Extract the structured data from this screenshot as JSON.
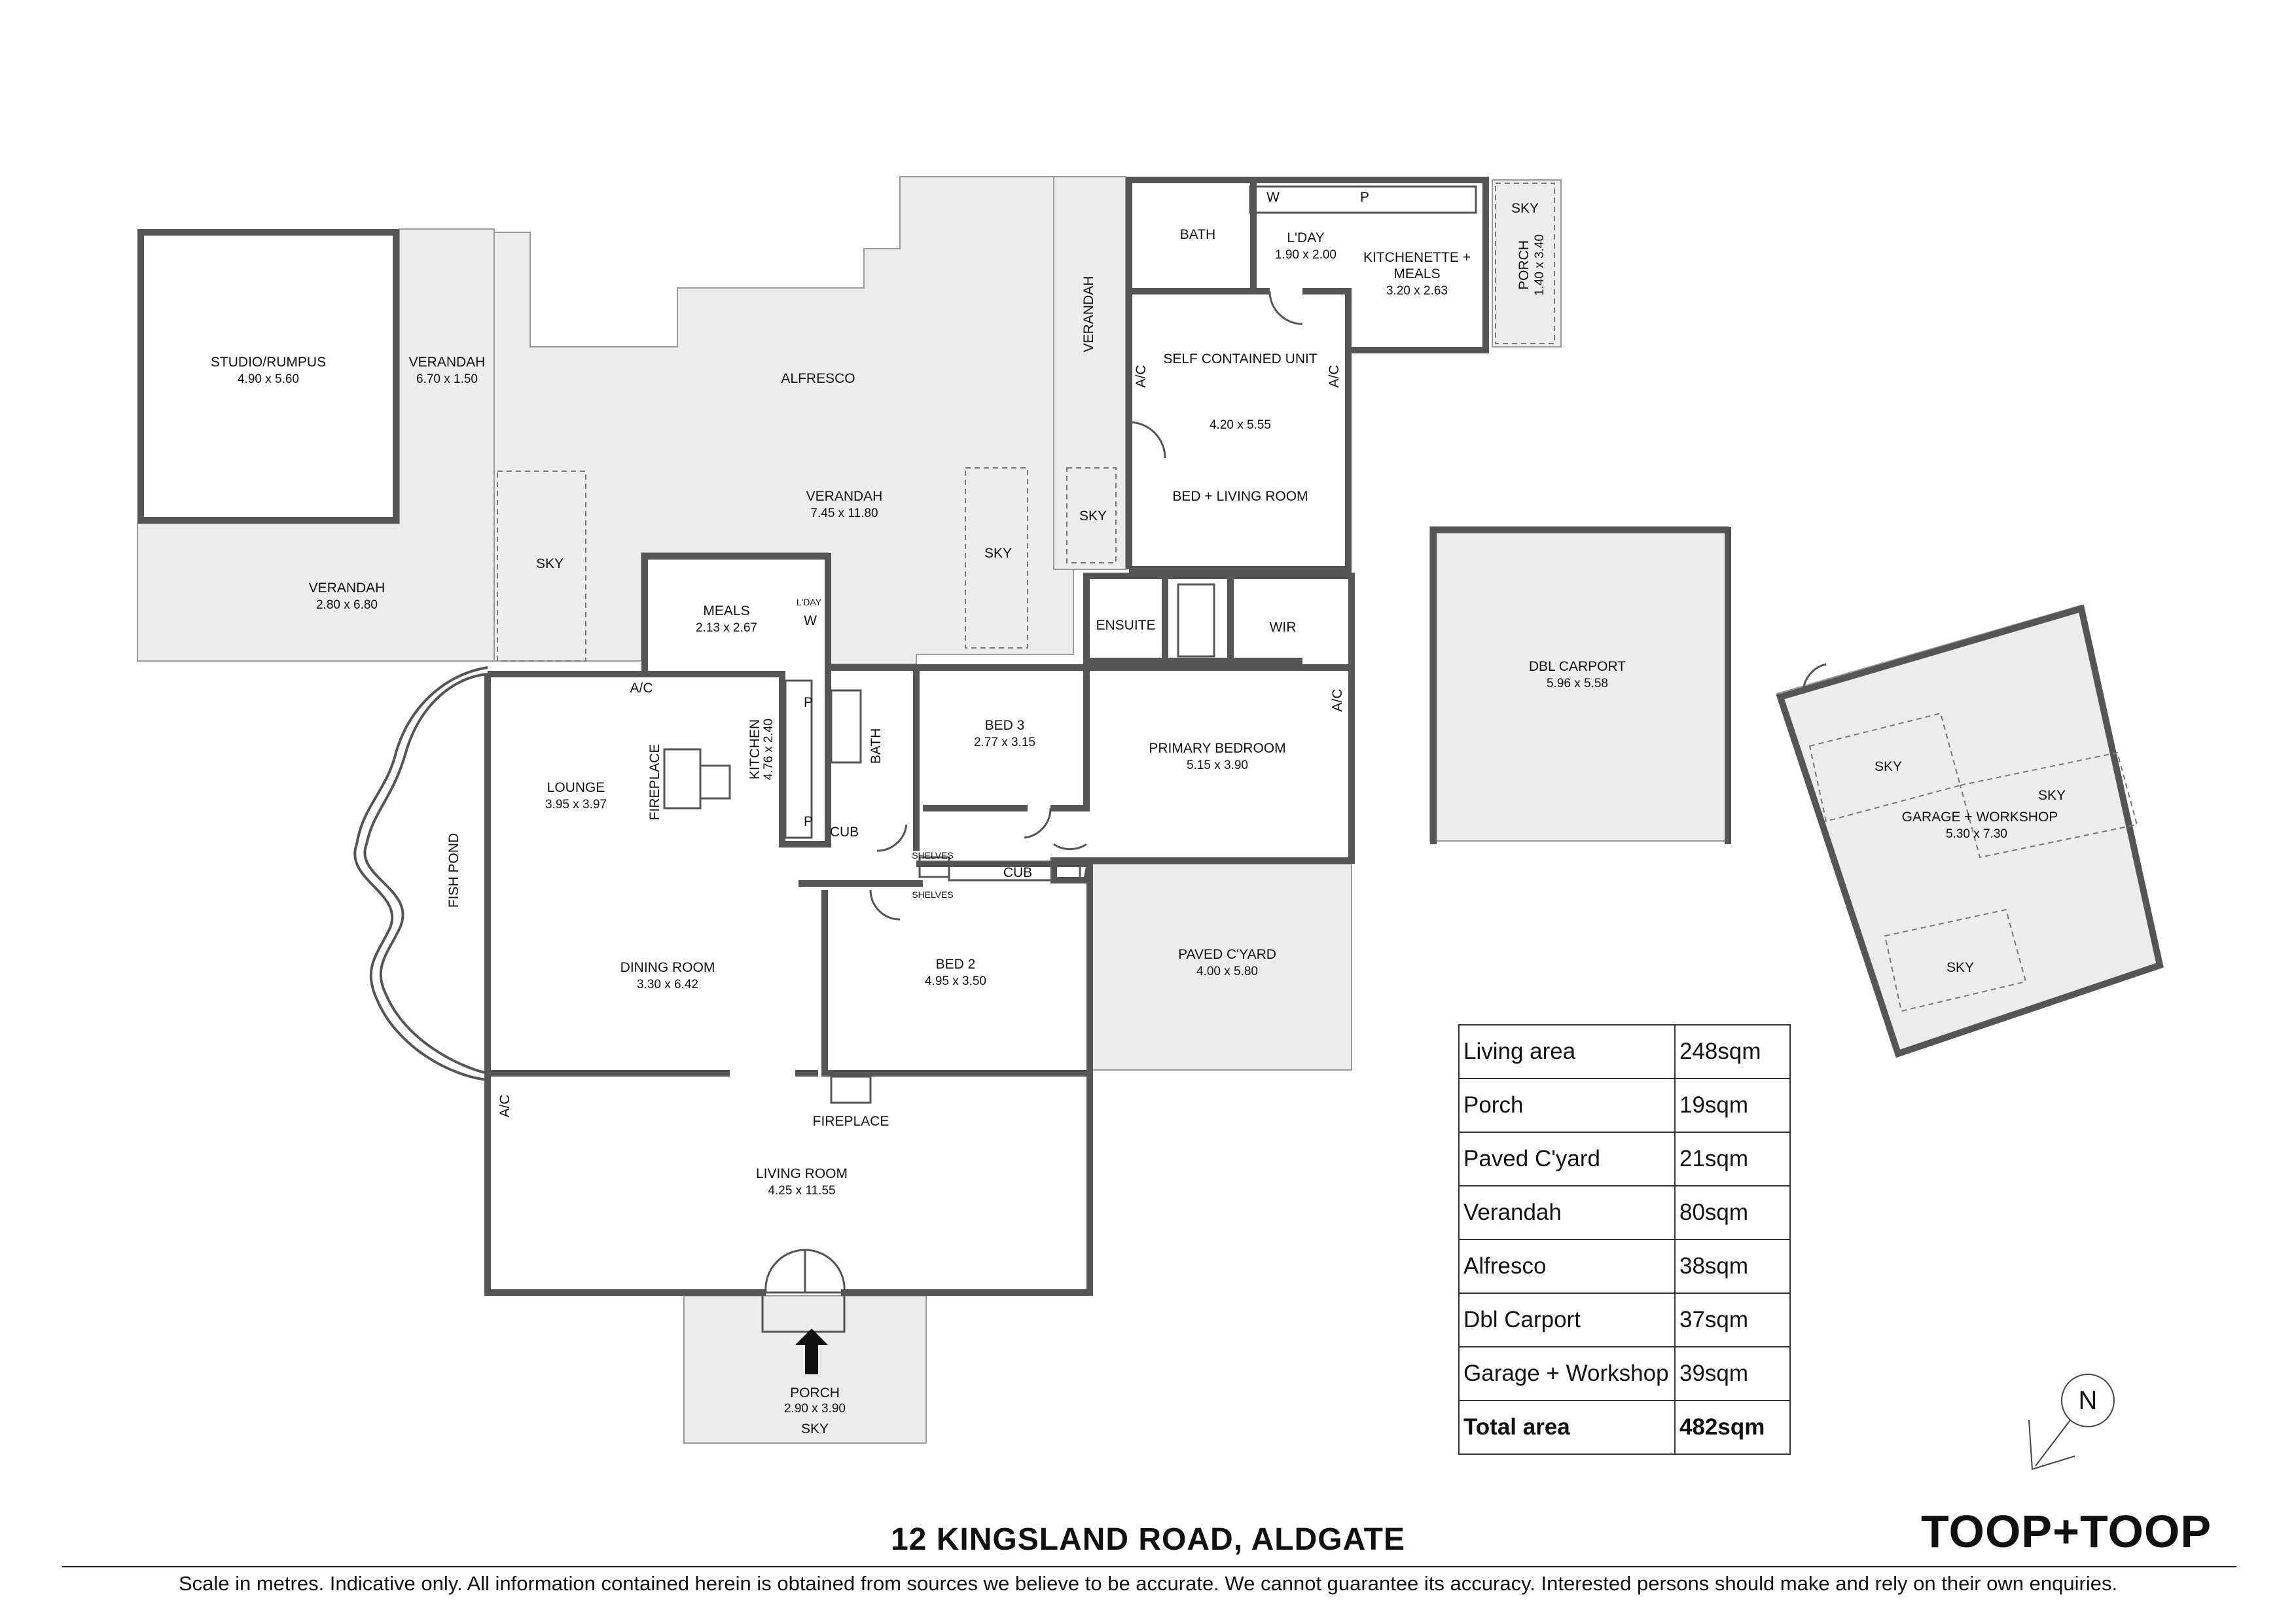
{
  "rooms": {
    "studio": {
      "name": "STUDIO/RUMPUS",
      "dim": "4.90 x 5.60"
    },
    "verandah_a": {
      "name": "VERANDAH",
      "dim": "6.70 x 1.50"
    },
    "verandah_b": {
      "name": "VERANDAH",
      "dim": "2.80 x 6.80"
    },
    "verandah_c": {
      "name": "VERANDAH",
      "dim": "7.45 x 11.80"
    },
    "verandah_d": {
      "name": "VERANDAH"
    },
    "alfresco": {
      "name": "ALFRESCO"
    },
    "bath_unit": {
      "name": "BATH"
    },
    "laundry": {
      "name": "L'DAY",
      "dim": "1.90 x 2.00"
    },
    "kitchenette": {
      "name": "KITCHENETTE +",
      "name2": "MEALS",
      "dim": "3.20 x 2.63"
    },
    "porch_unit": {
      "name": "PORCH",
      "dim": "1.40 x 3.40"
    },
    "sc_unit": {
      "name": "SELF CONTAINED UNIT",
      "dim": "4.20 x 5.55",
      "sub": "BED + LIVING ROOM"
    },
    "ensuite": {
      "name": "ENSUITE"
    },
    "wir": {
      "name": "WIR"
    },
    "primary": {
      "name": "PRIMARY BEDROOM",
      "dim": "5.15 x 3.90"
    },
    "bed3": {
      "name": "BED 3",
      "dim": "2.77 x 3.15"
    },
    "bath_main": {
      "name": "BATH"
    },
    "meals": {
      "name": "MEALS",
      "dim": "2.13 x 2.67"
    },
    "kitchen": {
      "name": "KITCHEN",
      "dim": "4.76 x 2.40"
    },
    "lounge": {
      "name": "LOUNGE",
      "dim": "3.95 x 3.97"
    },
    "dining": {
      "name": "DINING ROOM",
      "dim": "3.30 x 6.42"
    },
    "bed2": {
      "name": "BED 2",
      "dim": "4.95 x 3.50"
    },
    "courtyard": {
      "name": "PAVED C'YARD",
      "dim": "4.00 x 5.80"
    },
    "living": {
      "name": "LIVING ROOM",
      "dim": "4.25 x 11.55"
    },
    "porch": {
      "name": "PORCH",
      "dim": "2.90 x 3.90",
      "sub": "SKY"
    },
    "carport": {
      "name": "DBL CARPORT",
      "dim": "5.96 x 5.58"
    },
    "garage": {
      "name": "GARAGE + WORKSHOP",
      "dim": "5.30 x 7.30"
    }
  },
  "labels": {
    "sky": "SKY",
    "ac": "A/C",
    "fireplace": "FIREPLACE",
    "fish_pond": "FISH POND",
    "cub": "CUB",
    "shelves": "SHELVES",
    "w": "W",
    "p": "P",
    "lday_small": "L'DAY",
    "north": "N"
  },
  "area_table": [
    {
      "label": "Living area",
      "value": "248sqm"
    },
    {
      "label": "Porch",
      "value": "19sqm"
    },
    {
      "label": "Paved C'yard",
      "value": "21sqm"
    },
    {
      "label": "Verandah",
      "value": "80sqm"
    },
    {
      "label": "Alfresco",
      "value": "38sqm"
    },
    {
      "label": "Dbl Carport",
      "value": "37sqm"
    },
    {
      "label": "Garage + Workshop",
      "value": "39sqm"
    },
    {
      "label": "Total area",
      "value": "482sqm"
    }
  ],
  "address": "12 KINGSLAND ROAD, ALDGATE",
  "brand": "TOOP+TOOP",
  "disclaimer": "Scale in metres. Indicative only. All information contained herein is obtained from sources we believe to be accurate. We cannot guarantee its accuracy. Interested persons should make and rely on their own enquiries.",
  "colors": {
    "wall": "#555555",
    "outdoor": "#ececec",
    "wall_fill": "#8a8a8a"
  }
}
